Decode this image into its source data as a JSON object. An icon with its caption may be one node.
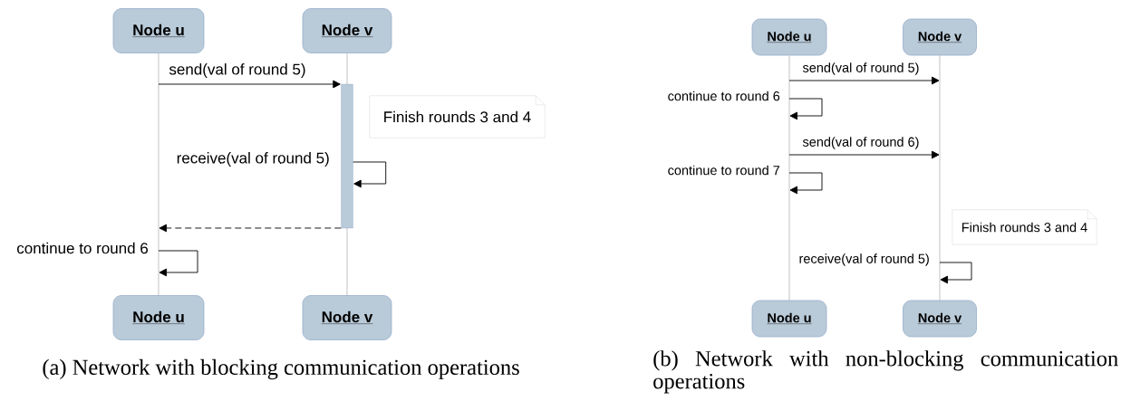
{
  "diagram": {
    "nodes": [
      {
        "text": [
          "Node u"
        ]
      },
      {
        "text": [
          "Node v"
        ]
      },
      {
        "text": [],
        "shape": "line"
      },
      {
        "text": [],
        "shape": "line"
      },
      {
        "text": [],
        "shape": "bar"
      },
      {
        "text": [
          "Finish rounds 3 and 4"
        ]
      },
      {
        "text": [
          "Node u"
        ]
      },
      {
        "text": [
          "Node v"
        ]
      },
      {
        "text": [
          "Node u"
        ]
      },
      {
        "text": [
          "Node v"
        ]
      },
      {
        "text": [],
        "shape": "line"
      },
      {
        "text": [],
        "shape": "line"
      },
      {
        "text": [
          "Finish rounds 3 and 4"
        ]
      },
      {
        "text": [
          "Node u"
        ]
      },
      {
        "text": [
          "Node v"
        ]
      }
    ],
    "edges": [
      {
        "from": 2,
        "to": 4,
        "arrow": "to",
        "label": "send(val of round 5)"
      },
      {
        "from": 4,
        "to": 4,
        "arrow": "to",
        "label": "receive(val of round 5)"
      },
      {
        "from": 4,
        "to": 2,
        "arrow": "to",
        "style": "dashed"
      },
      {
        "from": 2,
        "to": 2,
        "arrow": "to",
        "label": "continue to round 6"
      },
      {
        "from": 10,
        "to": 11,
        "arrow": "to",
        "label": "send(val of round 5)"
      },
      {
        "from": 10,
        "to": 10,
        "arrow": "to",
        "label": "continue to round 6"
      },
      {
        "from": 10,
        "to": 11,
        "arrow": "to",
        "label": "send(val of round 6)"
      },
      {
        "from": 10,
        "to": 10,
        "arrow": "to",
        "label": "continue to round 7"
      },
      {
        "from": 11,
        "to": 11,
        "arrow": "to",
        "label": "receive(val of round 5)"
      }
    ],
    "labels": [
      "(a) Network with blocking communication operations",
      "(b) Network with non-blocking communication operations"
    ]
  }
}
